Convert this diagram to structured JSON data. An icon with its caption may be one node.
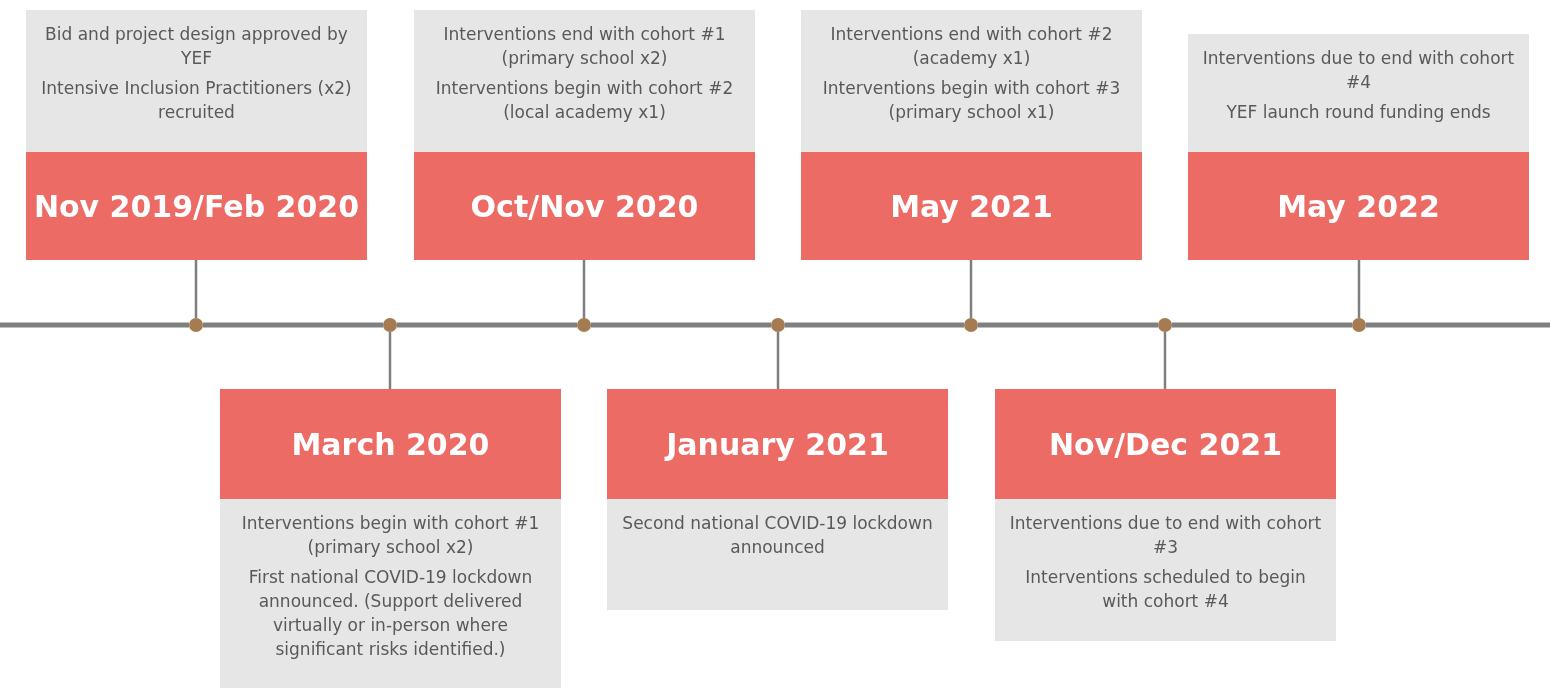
{
  "diagram": {
    "nodes": [
      {
        "text": [
          "Bid and project design approved by YEF",
          "Intensive Inclusion Practitioners (x2) recruited",
          "Nov 2019/Feb 2020"
        ]
      },
      {
        "text": [
          "March 2020",
          "Interventions begin with cohort #1 (primary school x2)",
          "First national COVID-19 lockdown announced. (Support delivered virtually or in-person where significant risks identified.)"
        ]
      },
      {
        "text": [
          "Interventions end with cohort #1 (primary school x2)",
          "Interventions begin with cohort #2 (local academy x1)",
          "Oct/Nov 2020"
        ]
      },
      {
        "text": [
          "January 2021",
          "Second national COVID-19 lockdown announced"
        ]
      },
      {
        "text": [
          "Interventions end with cohort #2 (academy x1)",
          "Interventions begin with cohort #3 (primary school x1)",
          "May 2021"
        ]
      },
      {
        "text": [
          "Nov/Dec 2021",
          "Interventions due to end with cohort #3",
          "Interventions scheduled to begin with cohort #4"
        ]
      },
      {
        "text": [
          "Interventions due to end with cohort #4",
          "YEF launch round funding ends",
          "May 2022"
        ]
      },
      {
        "text": [],
        "shape": "circle"
      },
      {
        "text": [],
        "shape": "circle"
      },
      {
        "text": [],
        "shape": "circle"
      },
      {
        "text": [],
        "shape": "circle"
      },
      {
        "text": [],
        "shape": "circle"
      },
      {
        "text": [],
        "shape": "circle"
      },
      {
        "text": [],
        "shape": "circle"
      }
    ],
    "edges": [
      {
        "from": 7,
        "to": 0,
        "arrow": "none"
      },
      {
        "from": 8,
        "to": 1,
        "arrow": "none"
      },
      {
        "from": 9,
        "to": 2,
        "arrow": "none"
      },
      {
        "from": 10,
        "to": 3,
        "arrow": "none"
      },
      {
        "from": 11,
        "to": 4,
        "arrow": "none"
      },
      {
        "from": 12,
        "to": 5,
        "arrow": "none"
      },
      {
        "from": 13,
        "to": 6,
        "arrow": "none"
      },
      {
        "from": 7,
        "to": 8,
        "arrow": "none",
        "style": "thick"
      },
      {
        "from": 8,
        "to": 9,
        "arrow": "none",
        "style": "thick"
      },
      {
        "from": 9,
        "to": 10,
        "arrow": "none",
        "style": "thick"
      },
      {
        "from": 10,
        "to": 11,
        "arrow": "none",
        "style": "thick"
      },
      {
        "from": 11,
        "to": 12,
        "arrow": "none",
        "style": "thick"
      },
      {
        "from": 12,
        "to": 13,
        "arrow": "none",
        "style": "thick"
      }
    ]
  }
}
